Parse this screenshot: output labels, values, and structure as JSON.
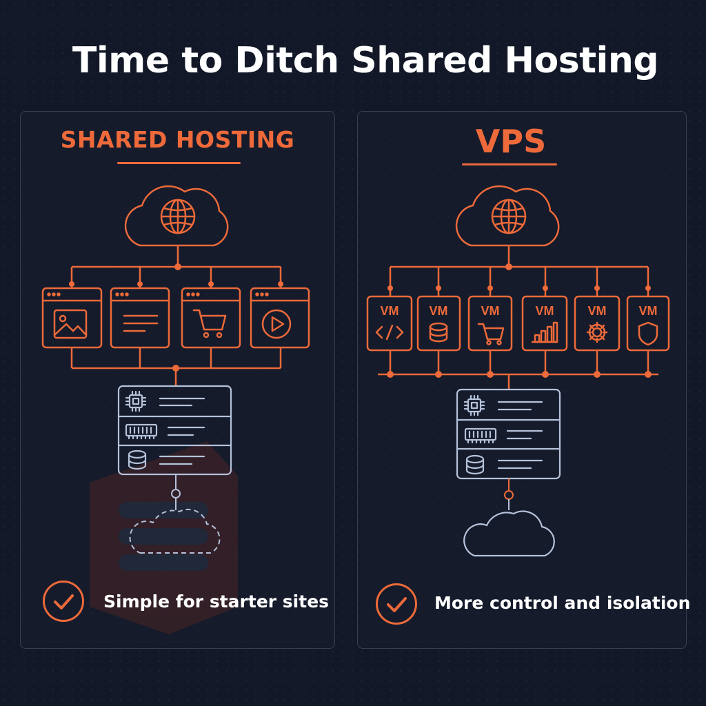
{
  "title": "Time to Ditch Shared Hosting",
  "colors": {
    "accent": "#ee6a3a",
    "server": "#b5c2da",
    "background": "#121827",
    "ghost": "#6b2d2a"
  },
  "shared": {
    "heading": "SHARED HOSTING",
    "sites": [
      "image-icon",
      "text-lines-icon",
      "shopping-cart-icon",
      "play-icon"
    ],
    "server_rows": [
      "cpu-chip-icon",
      "ram-module-icon",
      "database-icon"
    ],
    "benefit": "Simple for starter sites"
  },
  "vps": {
    "heading": "VPS",
    "vm_label": "VM",
    "vms": [
      "code-icon",
      "database-icon",
      "shopping-cart-icon",
      "bar-chart-icon",
      "gear-icon",
      "shield-icon"
    ],
    "server_rows": [
      "cpu-chip-icon",
      "ram-module-icon",
      "database-icon"
    ],
    "benefit": "More control and isolation"
  }
}
